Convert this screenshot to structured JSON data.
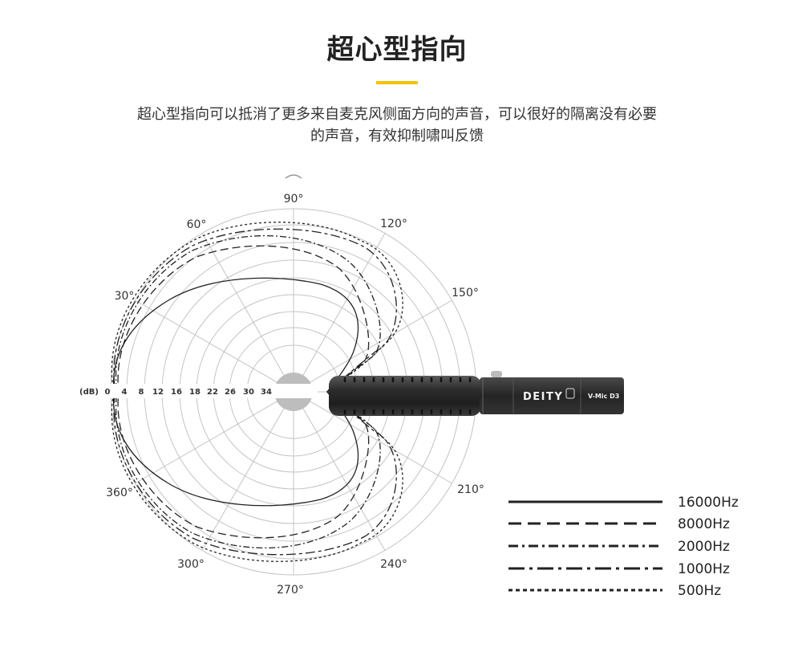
{
  "header": {
    "title": "超心型指向",
    "accent_color": "#f2c300",
    "description_line1": "超心型指向可以抵消了更多来自麦克风侧面方向的声音，可以很好的隔离没有必要",
    "description_line2": "的声音，有效抑制啸叫反馈"
  },
  "polar": {
    "angle_labels": {
      "a90": "90°",
      "a120": "120°",
      "a150": "150°",
      "a210": "210°",
      "a240": "240°",
      "a270": "270°",
      "a300": "300°",
      "a360": "360°",
      "a30": "30°",
      "a60": "60°"
    },
    "db_unit": "(dB)",
    "scale_labels": [
      "0",
      "4",
      "8",
      "12",
      "16",
      "18",
      "22",
      "26",
      "30",
      "34"
    ]
  },
  "microphone": {
    "brand": "DEITY",
    "model": "V-Mic D3"
  },
  "legend": [
    {
      "label": "16000Hz",
      "style": "solid"
    },
    {
      "label": "8000Hz",
      "style": "long-dash"
    },
    {
      "label": "2000Hz",
      "style": "dash-dot"
    },
    {
      "label": "1000Hz",
      "style": "dash-dot-long"
    },
    {
      "label": "500Hz",
      "style": "short-dash"
    }
  ]
}
